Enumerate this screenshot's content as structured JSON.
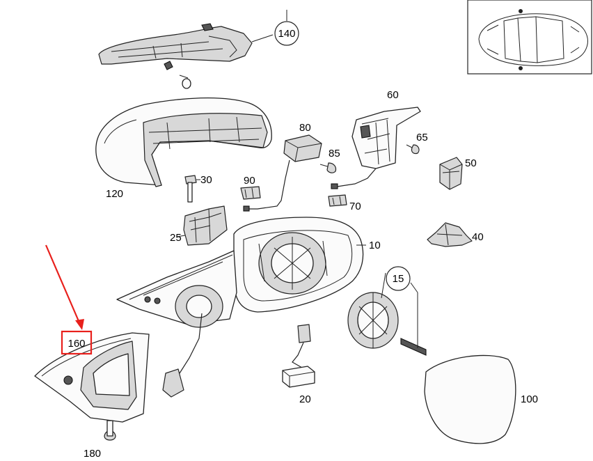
{
  "callouts": {
    "c140": "140",
    "c120": "120",
    "c30": "30",
    "c90": "90",
    "c80": "80",
    "c85": "85",
    "c60": "60",
    "c65": "65",
    "c50": "50",
    "c25": "25",
    "c70": "70",
    "c10": "10",
    "c40": "40",
    "c15": "15",
    "c160": "160",
    "c20": "20",
    "c100": "100",
    "c180": "180"
  },
  "highlight": {
    "callout": "160",
    "box_color": "#e8201c",
    "arrow_color": "#e8201c"
  },
  "icons": {
    "locator": "vehicle-top-view-icon"
  }
}
